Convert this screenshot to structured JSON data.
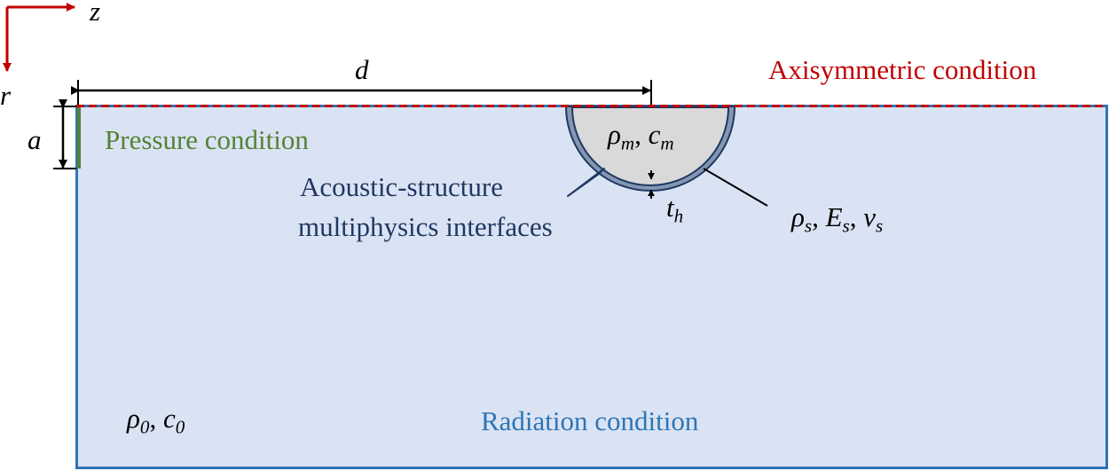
{
  "colors": {
    "domain_fill": "#dae3f3",
    "domain_border": "#2e75b6",
    "axisymmetric": "#c00000",
    "pressure": "#548235",
    "interface": "#1f3864",
    "sphere_fill": "#d9d9d9",
    "shell": "#8497b0",
    "dimension": "#000000"
  },
  "axes": {
    "z_label": "z",
    "r_label": "r"
  },
  "labels": {
    "distance": "d",
    "radius": "a",
    "axisymmetric": "Axisymmetric condition",
    "pressure": "Pressure condition",
    "interfaces_line1": "Acoustic-structure",
    "interfaces_line2": "multiphysics interfaces",
    "radiation": "Radiation condition"
  },
  "symbols": {
    "inner_rho": "ρ",
    "inner_rho_sub": "m",
    "inner_c": "c",
    "inner_c_sub": "m",
    "shell_rho": "ρ",
    "shell_rho_sub": "s",
    "shell_E": "E",
    "shell_E_sub": "s",
    "shell_nu": "ν",
    "shell_nu_sub": "s",
    "thickness": "t",
    "thickness_sub": "h",
    "fluid_rho": "ρ",
    "fluid_rho_sub": "0",
    "fluid_c": "c",
    "fluid_c_sub": "0"
  },
  "separator": ", "
}
